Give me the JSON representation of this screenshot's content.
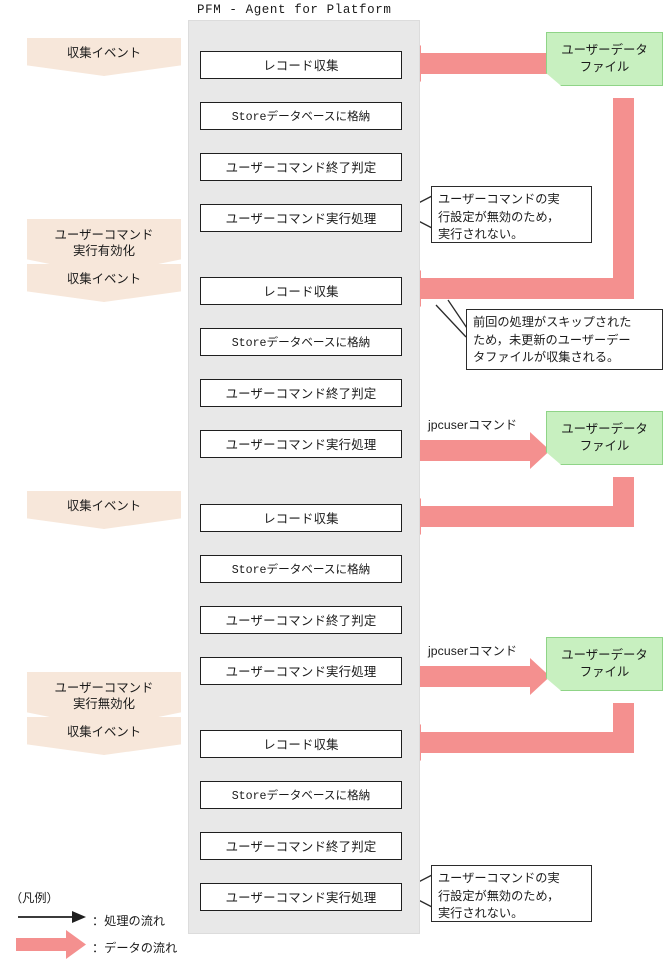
{
  "title": "PFM - Agent for Platform",
  "colors": {
    "panel_bg": "#e8e8e8",
    "flow_arrow": "#1f1f1f",
    "data_arrow": "#f4908f",
    "event_banner": "#f7e7da",
    "file_box": "#c8f0c0",
    "file_box_border": "#8fd487",
    "box_border": "#1f1f1f",
    "background": "#ffffff"
  },
  "flow_steps": [
    "レコード収集",
    "Storeデータベースに格納",
    "ユーザーコマンド終了判定",
    "ユーザーコマンド実行処理"
  ],
  "groups": [
    {
      "id": "cycle-1",
      "steps": [
        "レコード収集",
        "Storeデータベースに格納",
        "ユーザーコマンド終了判定",
        "ユーザーコマンド実行処理"
      ]
    },
    {
      "id": "cycle-2",
      "steps": [
        "レコード収集",
        "Storeデータベースに格納",
        "ユーザーコマンド終了判定",
        "ユーザーコマンド実行処理"
      ]
    },
    {
      "id": "cycle-3",
      "steps": [
        "レコード収集",
        "Storeデータベースに格納",
        "ユーザーコマンド終了判定",
        "ユーザーコマンド実行処理"
      ]
    },
    {
      "id": "cycle-4",
      "steps": [
        "レコード収集",
        "Storeデータベースに格納",
        "ユーザーコマンド終了判定",
        "ユーザーコマンド実行処理"
      ]
    }
  ],
  "event_banners": [
    {
      "id": "collect-event-1",
      "lines": [
        "収集イベント"
      ]
    },
    {
      "id": "usercmd-enable",
      "lines": [
        "ユーザーコマンド",
        "実行有効化"
      ]
    },
    {
      "id": "collect-event-2",
      "lines": [
        "収集イベント"
      ]
    },
    {
      "id": "collect-event-3",
      "lines": [
        "収集イベント"
      ]
    },
    {
      "id": "usercmd-disable",
      "lines": [
        "ユーザーコマンド",
        "実行無効化"
      ]
    },
    {
      "id": "collect-event-4",
      "lines": [
        "収集イベント"
      ]
    }
  ],
  "file_boxes": [
    {
      "id": "user-data-file-1",
      "lines": [
        "ユーザーデータ",
        "ファイル"
      ]
    },
    {
      "id": "user-data-file-2",
      "lines": [
        "ユーザーデータ",
        "ファイル"
      ]
    },
    {
      "id": "user-data-file-3",
      "lines": [
        "ユーザーデータ",
        "ファイル"
      ]
    }
  ],
  "callouts": [
    {
      "id": "callout-disabled-top",
      "text": "ユーザーコマンドの実\n行設定が無効のため，\n実行されない。"
    },
    {
      "id": "callout-skipped",
      "text": "前回の処理がスキップされた\nため，未更新のユーザーデー\nタファイルが収集される。"
    },
    {
      "id": "callout-disabled-bottom",
      "text": "ユーザーコマンドの実\n行設定が無効のため，\n実行されない。"
    }
  ],
  "command_labels": [
    {
      "id": "jpcuser-label-1",
      "text": "jpcuserコマンド"
    },
    {
      "id": "jpcuser-label-2",
      "text": "jpcuserコマンド"
    }
  ],
  "legend": {
    "title": "（凡例）",
    "items": [
      {
        "id": "legend-process-flow",
        "symbol": "thin-black-arrow",
        "label": "：処理の流れ"
      },
      {
        "id": "legend-data-flow",
        "symbol": "thick-pink-arrow",
        "label": "：データの流れ"
      }
    ]
  }
}
